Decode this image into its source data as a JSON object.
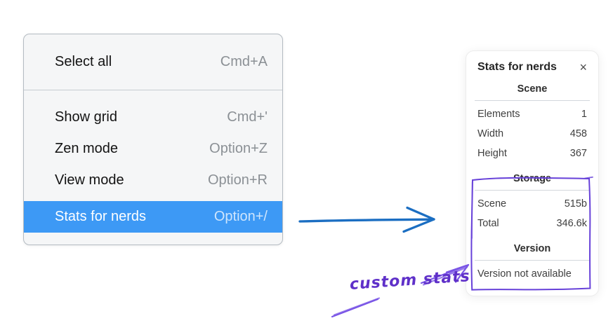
{
  "context_menu": {
    "sections": [
      {
        "items": [
          {
            "label": "Select all",
            "shortcut": "Cmd+A"
          }
        ]
      },
      {
        "items": [
          {
            "label": "Show grid",
            "shortcut": "Cmd+'"
          },
          {
            "label": "Zen mode",
            "shortcut": "Option+Z"
          },
          {
            "label": "View mode",
            "shortcut": "Option+R"
          },
          {
            "label": "Stats for nerds",
            "shortcut": "Option+/",
            "highlighted": true
          }
        ]
      }
    ]
  },
  "stats_panel": {
    "title": "Stats for nerds",
    "close_icon": "×",
    "scene": {
      "heading": "Scene",
      "rows": [
        {
          "label": "Elements",
          "value": "1"
        },
        {
          "label": "Width",
          "value": "458"
        },
        {
          "label": "Height",
          "value": "367"
        }
      ]
    },
    "storage": {
      "heading": "Storage",
      "rows": [
        {
          "label": "Scene",
          "value": "515b"
        },
        {
          "label": "Total",
          "value": "346.6k"
        }
      ]
    },
    "version": {
      "heading": "Version",
      "note": "Version not available"
    }
  },
  "annotation": {
    "label": "custom stats"
  },
  "colors": {
    "menu_highlight_blue": "#3d99f5",
    "arrow_blue": "#1b6ec2",
    "annotation_purple": "#7a55e6",
    "box_purple": "#6741d9",
    "menu_background": "#f5f6f7"
  }
}
